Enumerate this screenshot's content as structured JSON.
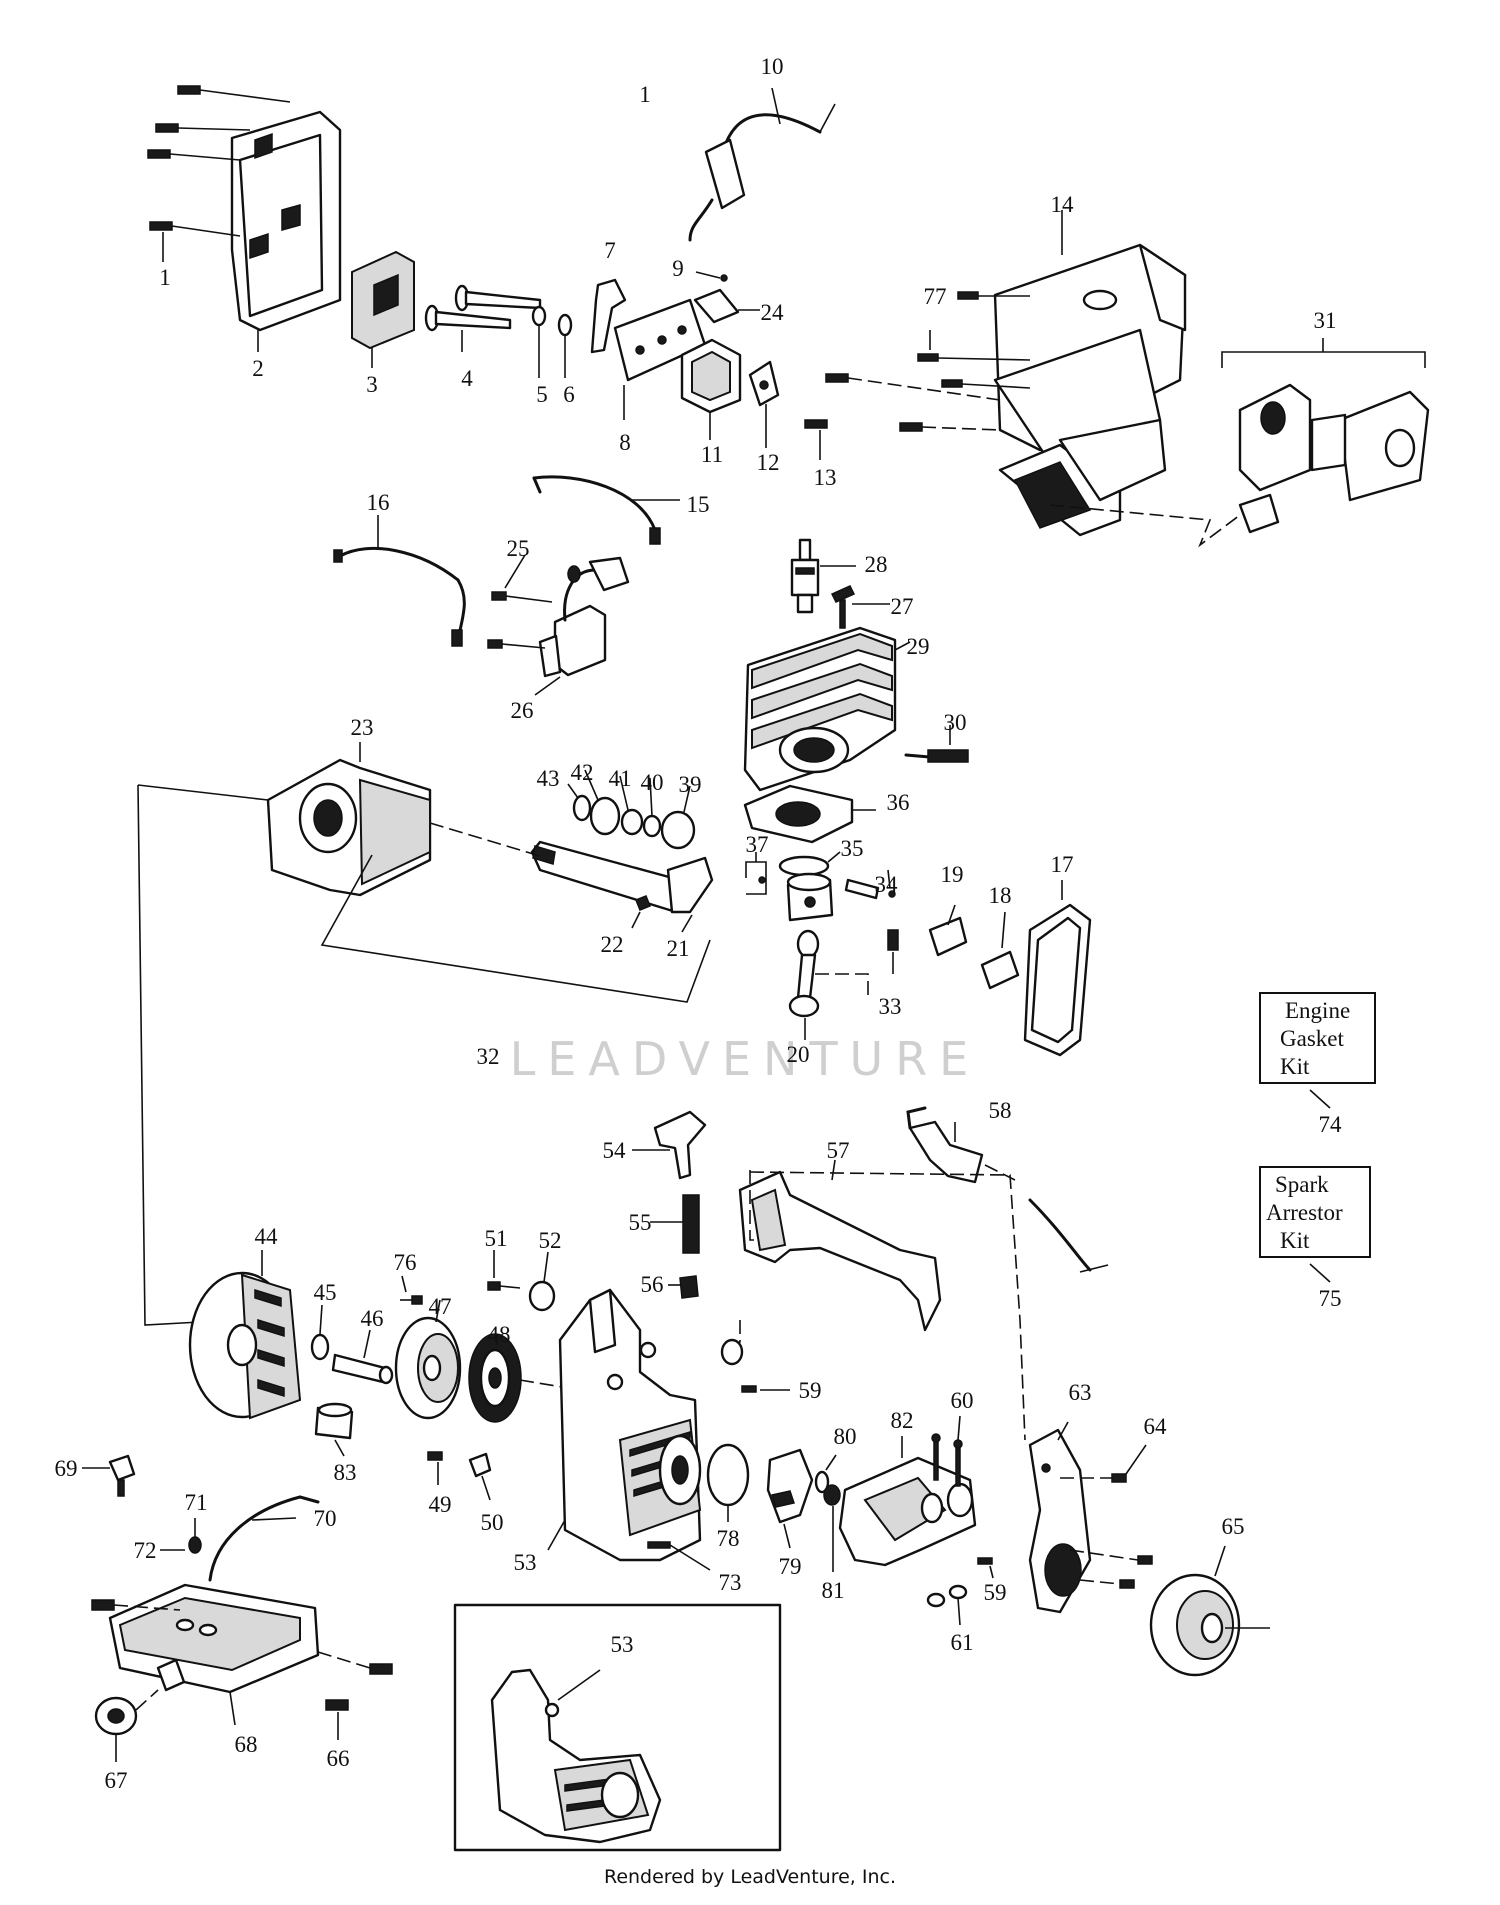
{
  "watermark": "LEADVENTURE",
  "footer": "Rendered by LeadVenture, Inc.",
  "kits": {
    "engine_gasket": [
      "Engine",
      "Gasket",
      "Kit"
    ],
    "spark_arrestor": [
      "Spark",
      "Arrestor",
      "Kit"
    ]
  },
  "labels": {
    "l1a": "1",
    "l1b": "1",
    "l2": "2",
    "l3": "3",
    "l4": "4",
    "l5": "5",
    "l6": "6",
    "l7": "7",
    "l8": "8",
    "l9": "9",
    "l10": "10",
    "l11": "11",
    "l12": "12",
    "l13": "13",
    "l14": "14",
    "l15": "15",
    "l16": "16",
    "l17": "17",
    "l18": "18",
    "l19": "19",
    "l20": "20",
    "l21": "21",
    "l22": "22",
    "l23": "23",
    "l24": "24",
    "l25": "25",
    "l26": "26",
    "l27": "27",
    "l28": "28",
    "l29": "29",
    "l30": "30",
    "l31": "31",
    "l32": "32",
    "l33": "33",
    "l34": "34",
    "l35": "35",
    "l36": "36",
    "l37": "37",
    "l39": "39",
    "l40": "40",
    "l41": "41",
    "l42": "42",
    "l43": "43",
    "l44": "44",
    "l45": "45",
    "l46": "46",
    "l47": "47",
    "l48": "48",
    "l49": "49",
    "l50": "50",
    "l51": "51",
    "l52": "52",
    "l53a": "53",
    "l53b": "53",
    "l54": "54",
    "l55": "55",
    "l56": "56",
    "l57": "57",
    "l58": "58",
    "l59a": "59",
    "l59b": "59",
    "l60": "60",
    "l61": "61",
    "l63": "63",
    "l64": "64",
    "l65": "65",
    "l66": "66",
    "l67": "67",
    "l68": "68",
    "l69": "69",
    "l70": "70",
    "l71": "71",
    "l72": "72",
    "l73": "73",
    "l74": "74",
    "l75": "75",
    "l76": "76",
    "l77": "77",
    "l78": "78",
    "l79": "79",
    "l80": "80",
    "l81": "81",
    "l82": "82",
    "l83": "83"
  }
}
